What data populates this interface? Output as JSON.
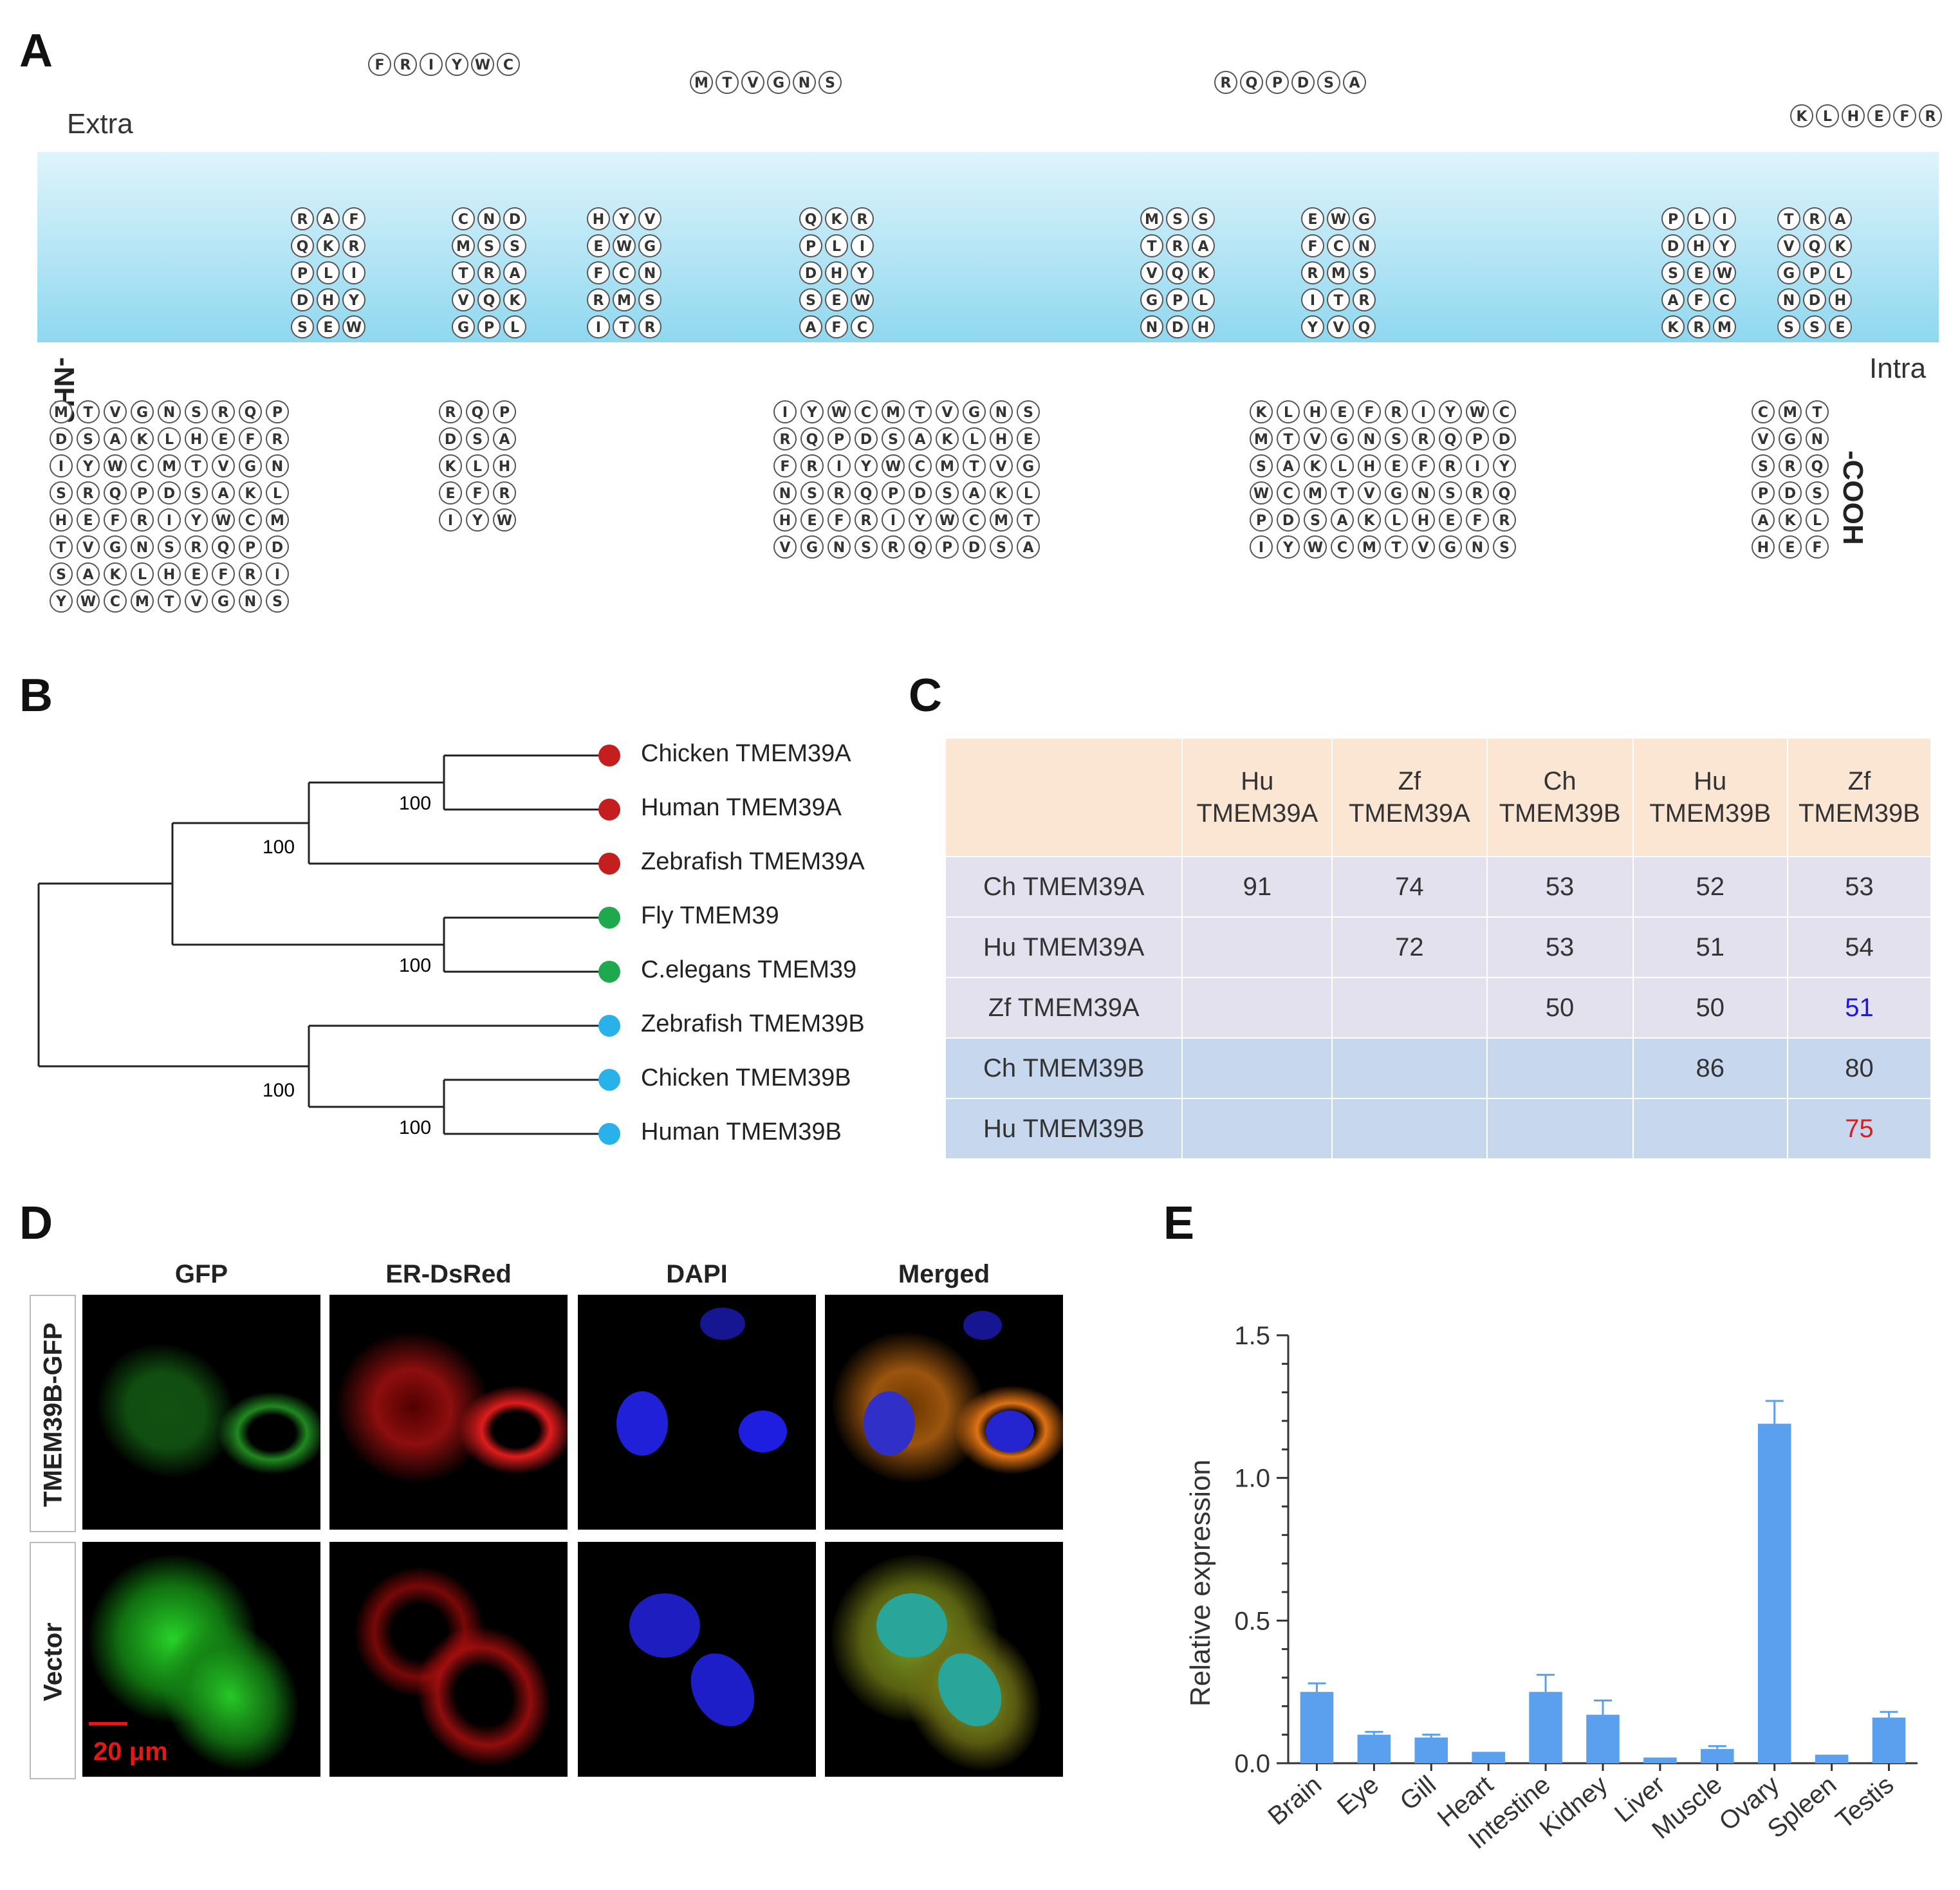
{
  "panel_labels": {
    "a": "A",
    "b": "B",
    "c": "C",
    "d": "D",
    "e": "E"
  },
  "panelA": {
    "extra_label": "Extra",
    "intra_label": "Intra",
    "n_terminus": "-NH2",
    "c_terminus": "-COOH"
  },
  "panelB": {
    "bootstrap": "100",
    "leaves": [
      {
        "label": "Chicken TMEM39A",
        "color": "#c41e1e"
      },
      {
        "label": "Human TMEM39A",
        "color": "#c41e1e"
      },
      {
        "label": "Zebrafish TMEM39A",
        "color": "#c41e1e"
      },
      {
        "label": "Fly TMEM39",
        "color": "#1fa94e"
      },
      {
        "label": "C.elegans TMEM39",
        "color": "#1fa94e"
      },
      {
        "label": "Zebrafish TMEM39B",
        "color": "#29b2ea"
      },
      {
        "label": "Chicken TMEM39B",
        "color": "#29b2ea"
      },
      {
        "label": "Human TMEM39B",
        "color": "#29b2ea"
      }
    ]
  },
  "panelC": {
    "headers": [
      [
        "Hu",
        "TMEM39A"
      ],
      [
        "Zf",
        "TMEM39A"
      ],
      [
        "Ch",
        "TMEM39B"
      ],
      [
        "Hu",
        "TMEM39B"
      ],
      [
        "Zf",
        "TMEM39B"
      ]
    ],
    "rows": [
      {
        "label": "Ch TMEM39A",
        "cells": [
          "91",
          "74",
          "53",
          "52",
          "53"
        ]
      },
      {
        "label": "Hu TMEM39A",
        "cells": [
          "",
          "72",
          "53",
          "51",
          "54"
        ]
      },
      {
        "label": "Zf TMEM39A",
        "cells": [
          "",
          "",
          "50",
          "50",
          "51"
        ]
      },
      {
        "label": "Ch TMEM39B",
        "cells": [
          "",
          "",
          "",
          "86",
          "80"
        ]
      },
      {
        "label": "Hu TMEM39B",
        "cells": [
          "",
          "",
          "",
          "",
          "75"
        ]
      }
    ],
    "highlight": {
      "blue": "#1a1ad6",
      "red": "#d81e1e"
    }
  },
  "panelD": {
    "columns": [
      "GFP",
      "ER-DsRed",
      "DAPI",
      "Merged"
    ],
    "rows": [
      "TMEM39B-GFP",
      "Vector"
    ],
    "scale_bar": "20 μm"
  },
  "panelE": {
    "title": "",
    "ylabel": "Relative expression",
    "yticks": [
      "0.0",
      "0.5",
      "1.0",
      "1.5"
    ]
  },
  "chart_data": {
    "type": "bar",
    "categories": [
      "Brain",
      "Eye",
      "Gill",
      "Heart",
      "Intestine",
      "Kidney",
      "Liver",
      "Muscle",
      "Ovary",
      "Spleen",
      "Testis"
    ],
    "values": [
      0.25,
      0.1,
      0.09,
      0.04,
      0.25,
      0.17,
      0.02,
      0.05,
      1.19,
      0.03,
      0.16
    ],
    "errors": [
      0.03,
      0.01,
      0.01,
      0.0,
      0.06,
      0.05,
      0.0,
      0.01,
      0.08,
      0.0,
      0.02
    ],
    "xlabel": "",
    "ylabel": "Relative expression",
    "ylim": [
      0,
      1.5
    ],
    "bar_color": "#5aa0ee",
    "grid": false
  }
}
